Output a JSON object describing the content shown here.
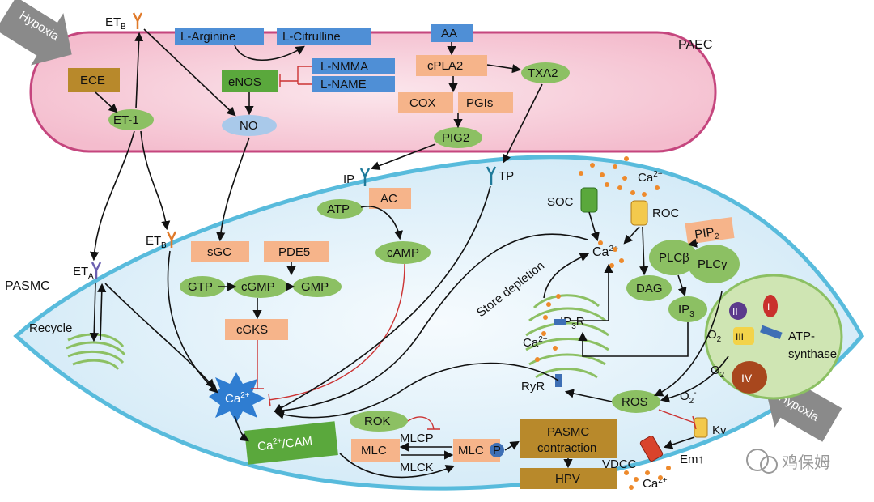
{
  "cells": {
    "paec": "PAEC",
    "pasmc": "PASMC"
  },
  "stimulus": {
    "hypoxia_top": "Hypoxia",
    "hypoxia_bottom": "Hypoxia"
  },
  "nodes": {
    "etb_top": "ET",
    "etb_sub": "B",
    "ece": "ECE",
    "et1": "ET-1",
    "l_arginine": "L-Arginine",
    "l_citrulline": "L-Citrulline",
    "enos": "eNOS",
    "l_nmma": "L-NMMA",
    "l_name": "L-NAME",
    "no": "NO",
    "aa": "AA",
    "cpla2": "cPLA2",
    "txa2": "TXA2",
    "cox": "COX",
    "pgis": "PGIs",
    "pig2": "PIG2",
    "ip": "IP",
    "tp": "TP",
    "ac": "AC",
    "atp": "ATP",
    "camp": "cAMP",
    "etb_mid": "ET",
    "eta": "ET",
    "eta_sub": "A",
    "sgc": "sGC",
    "pde5": "PDE5",
    "gtp": "GTP",
    "cgmp": "cGMP",
    "gmp": "GMP",
    "cgks": "cGKS",
    "recycle": "Recycle",
    "ca_center": "Ca",
    "ca_sup": "2+",
    "ca_cam": "Ca",
    "ca_cam_rest": "/CAM",
    "rok": "ROK",
    "mlcp_text": "MLCP",
    "mlc": "MLC",
    "mlck": "MLCK",
    "mlcp_box": "MLC",
    "p": "P",
    "pasmc_contraction_1": "PASMC",
    "pasmc_contraction_2": "contraction",
    "hpv": "HPV",
    "soc": "SOC",
    "roc": "ROC",
    "ca_right": "Ca",
    "ca_top": "Ca",
    "pip2": "PIP",
    "pip2_sub": "2",
    "plcb": "PLCβ",
    "plcy": "PLCγ",
    "dag": "DAG",
    "ip3": "IP",
    "ip3_sub": "3",
    "ip3r": "IP",
    "ip3r_rest": "R",
    "store_depletion": "Store depletion",
    "ca_sr": "Ca",
    "ryr": "RyR",
    "ros": "ROS",
    "complex_1": "I",
    "complex_2": "II",
    "complex_3": "III",
    "complex_4": "IV",
    "atp_synthase_1": "ATP-",
    "atp_synthase_2": "synthase",
    "o2": "O",
    "o2_sub": "2",
    "o2_minus": "O",
    "o2_minus_sup": "2",
    "o2_minus_sign": "-",
    "kv": "Kv",
    "em": "Em↑",
    "vdcc": "VDCC",
    "ca_bottom": "Ca"
  },
  "watermark": "鸡保姆",
  "colors": {
    "paec_fill": "#f8d3dd",
    "paec_stroke": "#c5467e",
    "pasmc_fill": "#e4f2fa",
    "pasmc_stroke": "#58bbdc",
    "orange_box": "#f6b48a",
    "blue_box": "#4f8fd6",
    "green": "#8cc063",
    "gold": "#b8892b",
    "inhibit": "#cc3333",
    "calcium_dots": "#ee8a2c"
  }
}
